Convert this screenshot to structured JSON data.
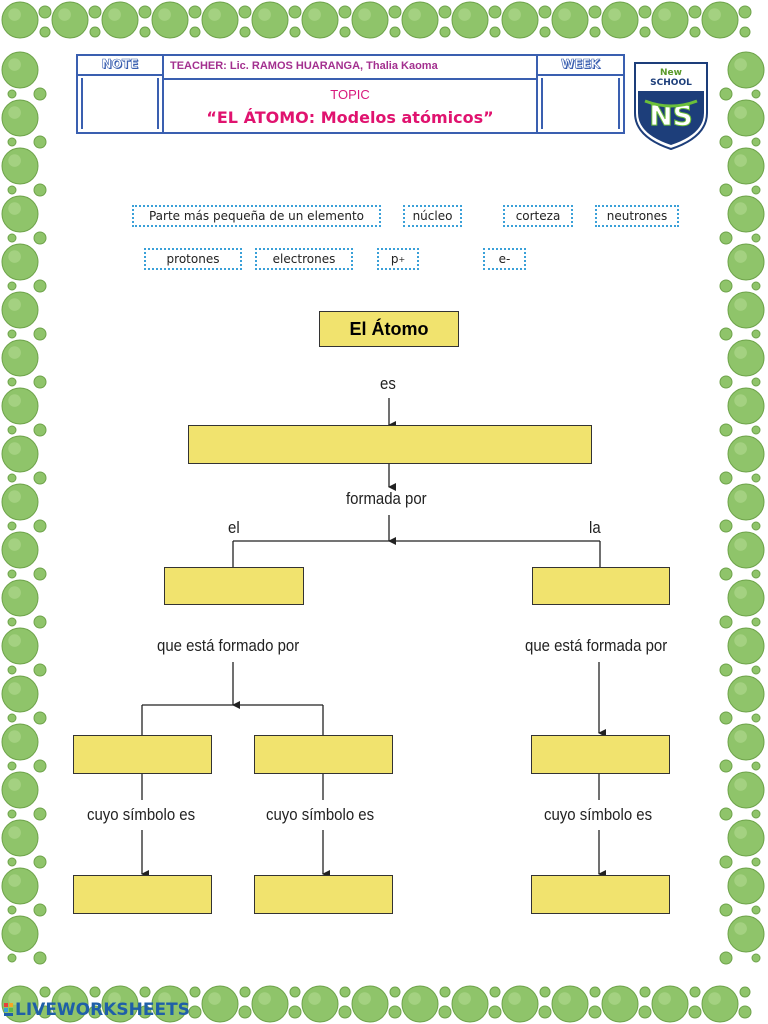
{
  "header": {
    "note_label": "NOTE",
    "teacher_label": "TEACHER: Lic. RAMOS HUARANGA, Thalia Kaoma",
    "topic_label": "TOPIC",
    "title": "“EL ÁTOMO: Modelos atómicos”",
    "week_label": "WEEK"
  },
  "logo": {
    "line1": "New",
    "line2": "SCHOOL",
    "monogram": "NS"
  },
  "word_bank": {
    "row1": [
      "Parte más pequeña de un elemento",
      "núcleo",
      "corteza",
      "neutrones"
    ],
    "row2": [
      "protones",
      "electrones",
      "p",
      "e-"
    ],
    "proton_sup": "+"
  },
  "concept_map": {
    "root": "El Átomo",
    "link_es": "es",
    "link_formada_por": "formada por",
    "link_el": "el",
    "link_la": "la",
    "link_formado_por": "que está formado por",
    "link_formada_por_2": "que está formada por",
    "link_simbolo": "cuyo símbolo es"
  },
  "footer": {
    "brand": "LIVEWORKSHEETS"
  },
  "colors": {
    "border_blue": "#3a5fb0",
    "title_pink": "#e0136f",
    "box_yellow": "#f1e36e",
    "chip_blue": "#3aa0d8",
    "bubble_green": "#8fc46a"
  }
}
